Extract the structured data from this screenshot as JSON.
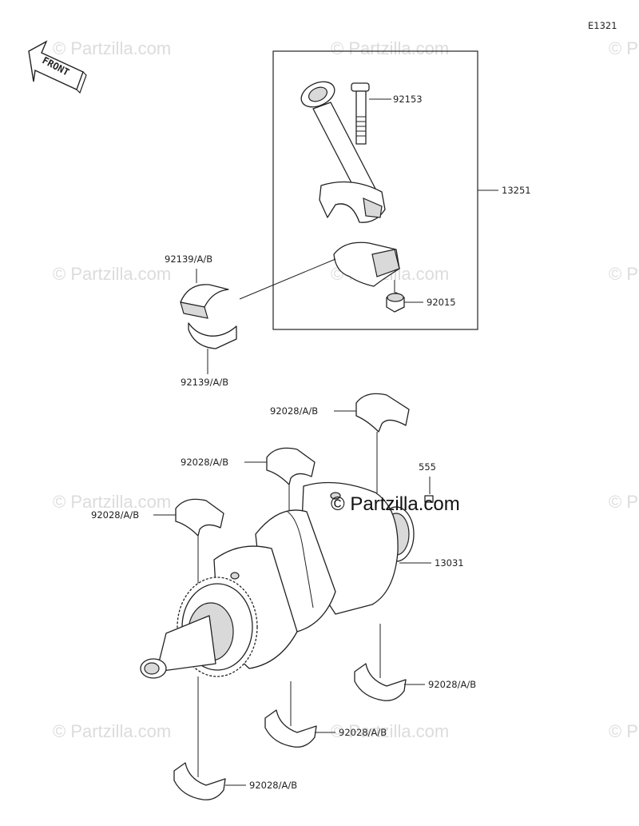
{
  "diagram_code": "E1321",
  "front_arrow_label": "FRONT",
  "watermark_text": "© Partzilla.com",
  "main_watermark": "© Partzilla.com",
  "callouts": {
    "bolt": "92153",
    "rod_assembly": "13251",
    "bearing_upper": "92139/A/B",
    "bearing_lower": "92139/A/B",
    "nut": "92015",
    "main_bearing_1": "92028/A/B",
    "main_bearing_2": "92028/A/B",
    "main_bearing_3": "92028/A/B",
    "pin": "555",
    "crankshaft": "13031",
    "main_bearing_4": "92028/A/B",
    "main_bearing_5": "92028/A/B",
    "main_bearing_6": "92028/A/B"
  }
}
